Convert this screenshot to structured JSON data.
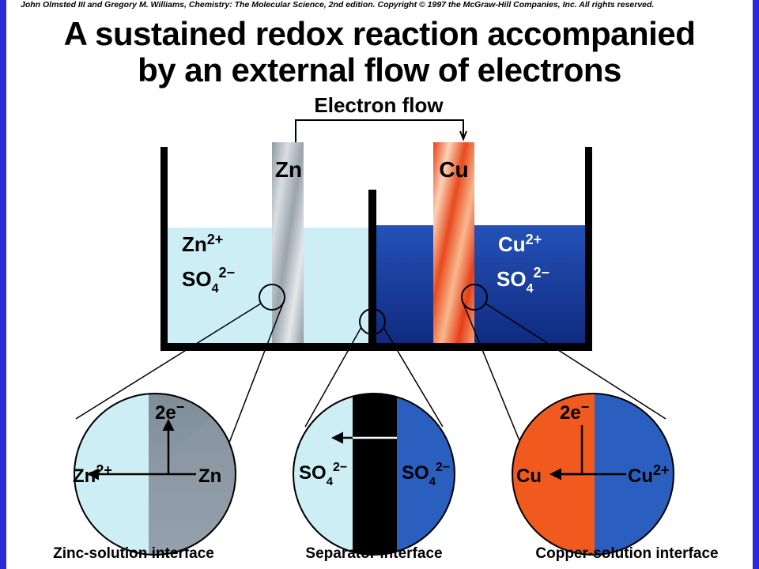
{
  "copyright": "John Olmsted III and Gregory M. Williams, Chemistry: The Molecular Science, 2nd edition. Copyright © 1997 the McGraw-Hill Companies, Inc. All rights reserved.",
  "title": {
    "line1": "A sustained redox reaction accompanied",
    "line2": "by an external flow of electrons"
  },
  "electron_flow_label": "Electron flow",
  "electrodes": {
    "zinc": "Zn",
    "copper": "Cu"
  },
  "solutions": {
    "zinc_cation": "Zn",
    "zinc_cation_charge": "2+",
    "zinc_anion": "SO",
    "zinc_anion_sub": "4",
    "zinc_anion_charge": "2−",
    "copper_cation": "Cu",
    "copper_cation_charge": "2+",
    "copper_anion": "SO",
    "copper_anion_sub": "4",
    "copper_anion_charge": "2−"
  },
  "interfaces": {
    "zinc": {
      "caption": "Zinc-solution interface",
      "electrons": "2e",
      "electrons_charge": "−",
      "ion": "Zn",
      "ion_charge": "2+",
      "metal": "Zn"
    },
    "separator": {
      "caption": "Separator interface",
      "left_ion": "SO",
      "left_ion_sub": "4",
      "left_ion_charge": "2−",
      "right_ion": "SO",
      "right_ion_sub": "4",
      "right_ion_charge": "2−"
    },
    "copper": {
      "caption": "Copper-solution interface",
      "electrons": "2e",
      "electrons_charge": "−",
      "metal": "Cu",
      "ion": "Cu",
      "ion_charge": "2+"
    }
  },
  "colors": {
    "border": "#2a2ad6",
    "light_solution": "#cdeef5",
    "dark_solution": "#1a3a9c",
    "copper": "#f05a1e",
    "zinc": "#a9b4bd",
    "separator": "#000000"
  }
}
